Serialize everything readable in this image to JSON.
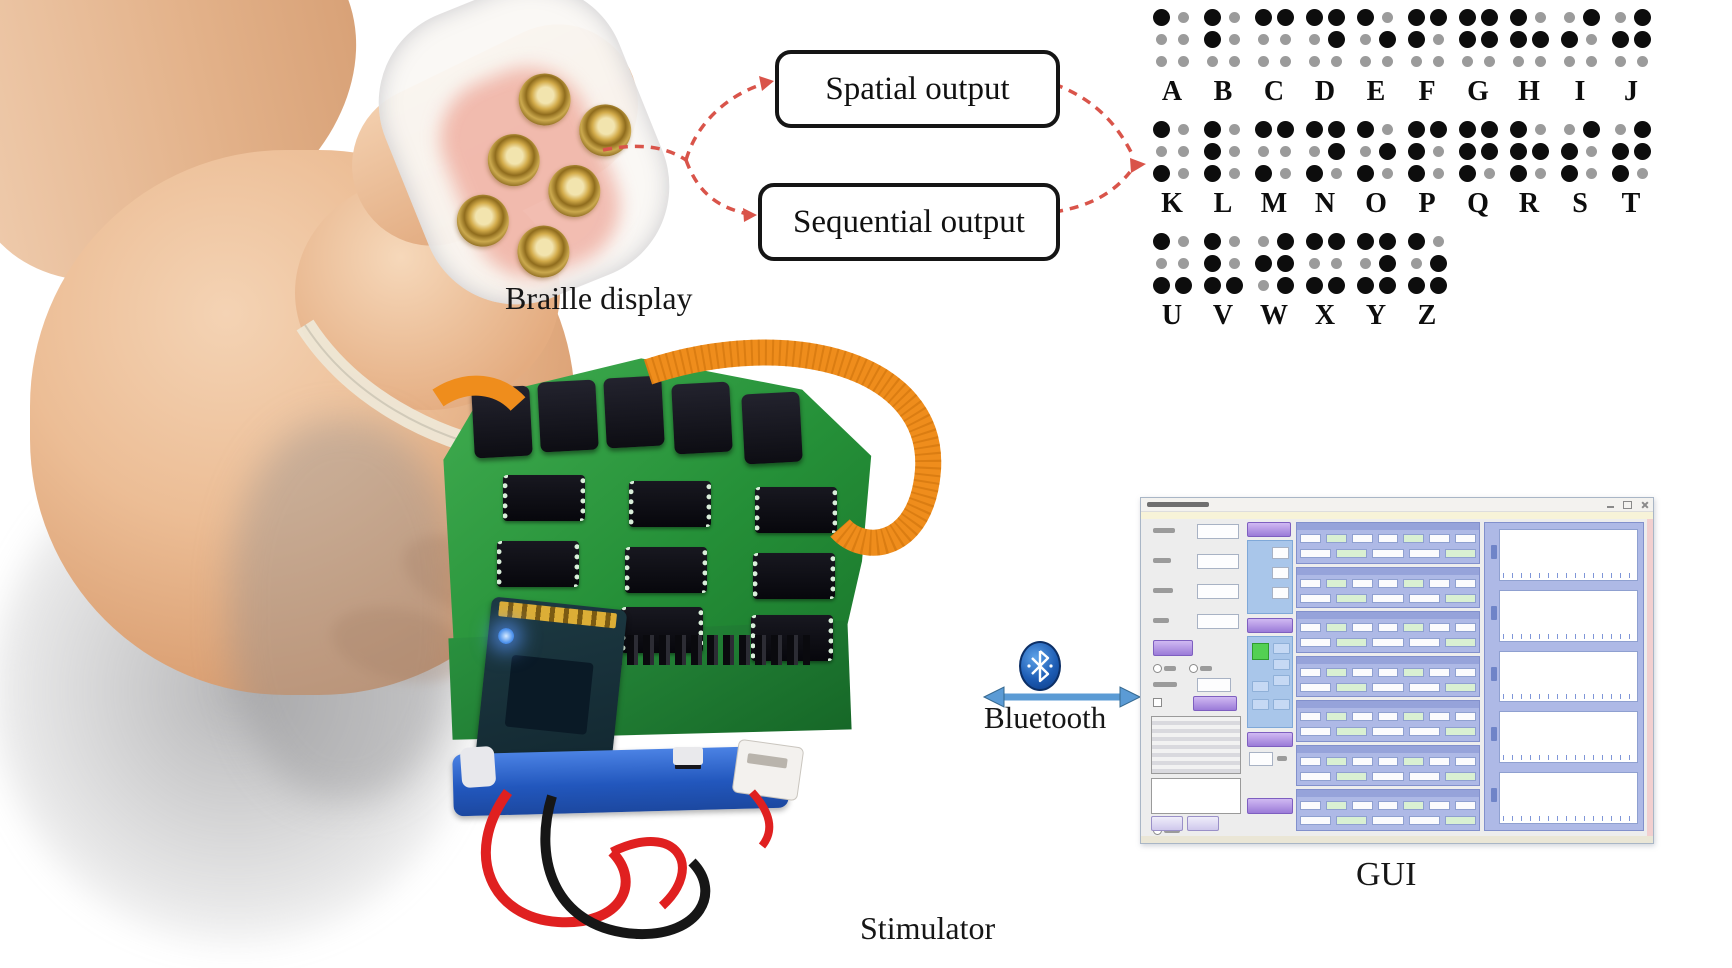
{
  "labels": {
    "braille_display": "Braille display",
    "bluetooth": "Bluetooth",
    "stimulator": "Stimulator",
    "gui": "GUI"
  },
  "flow_boxes": {
    "spatial": "Spatial output",
    "sequential": "Sequential output"
  },
  "braille_chart": {
    "description": "Braille alphabet A-Z, filled dots black, empty dots gray",
    "rows": [
      [
        "A",
        "B",
        "C",
        "D",
        "E",
        "F",
        "G",
        "H",
        "I",
        "J"
      ],
      [
        "K",
        "L",
        "M",
        "N",
        "O",
        "P",
        "Q",
        "R",
        "S",
        "T"
      ],
      [
        "U",
        "V",
        "W",
        "X",
        "Y",
        "Z"
      ]
    ],
    "row_tops": [
      8,
      120,
      232
    ],
    "patterns": {
      "A": [
        1
      ],
      "B": [
        1,
        2
      ],
      "C": [
        1,
        4
      ],
      "D": [
        1,
        4,
        5
      ],
      "E": [
        1,
        5
      ],
      "F": [
        1,
        2,
        4
      ],
      "G": [
        1,
        2,
        4,
        5
      ],
      "H": [
        1,
        2,
        5
      ],
      "I": [
        2,
        4
      ],
      "J": [
        2,
        4,
        5
      ],
      "K": [
        1,
        3
      ],
      "L": [
        1,
        2,
        3
      ],
      "M": [
        1,
        3,
        4
      ],
      "N": [
        1,
        3,
        4,
        5
      ],
      "O": [
        1,
        3,
        5
      ],
      "P": [
        1,
        2,
        3,
        4
      ],
      "Q": [
        1,
        2,
        3,
        4,
        5
      ],
      "R": [
        1,
        2,
        3,
        5
      ],
      "S": [
        2,
        3,
        4
      ],
      "T": [
        2,
        3,
        4,
        5
      ],
      "U": [
        1,
        3,
        6
      ],
      "V": [
        1,
        2,
        3,
        6
      ],
      "W": [
        2,
        4,
        5,
        6
      ],
      "X": [
        1,
        3,
        4,
        6
      ],
      "Y": [
        1,
        3,
        4,
        5,
        6
      ],
      "Z": [
        1,
        3,
        5,
        6
      ]
    }
  },
  "gui": {
    "main_row_count": 7,
    "fields_per_row_line": [
      7,
      5
    ],
    "plot_count": 5,
    "left_field_rows": 4,
    "window_buttons": [
      "minimize",
      "maximize",
      "close"
    ]
  },
  "colors": {
    "dashed_arrow": "#d9544a",
    "box_border": "#151515",
    "dot_filled": "#0d0d0d",
    "dot_empty": "#9b9b9b",
    "bluetooth_icon": "#1d5cb4",
    "bluetooth_arrow": "#5b9bd5",
    "pcb_green": "#259038",
    "battery_blue": "#2257bd",
    "flex_cable_orange": "#ef8d1c",
    "gui_lavender": "#aeb9e6",
    "gui_purple_button": "#9b7bd8",
    "gui_green_square": "#53d053"
  }
}
